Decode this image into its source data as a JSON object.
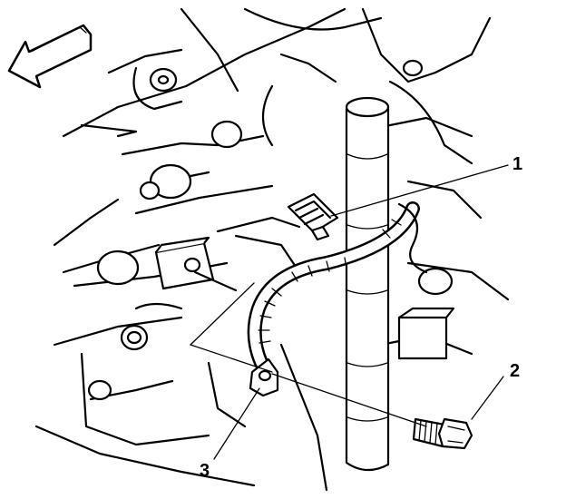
{
  "callouts": [
    {
      "label": "1"
    },
    {
      "label": "2"
    },
    {
      "label": "3"
    }
  ],
  "colors": {
    "line": "#000000",
    "background": "#ffffff"
  },
  "icons": [
    "direction-arrow-icon"
  ]
}
